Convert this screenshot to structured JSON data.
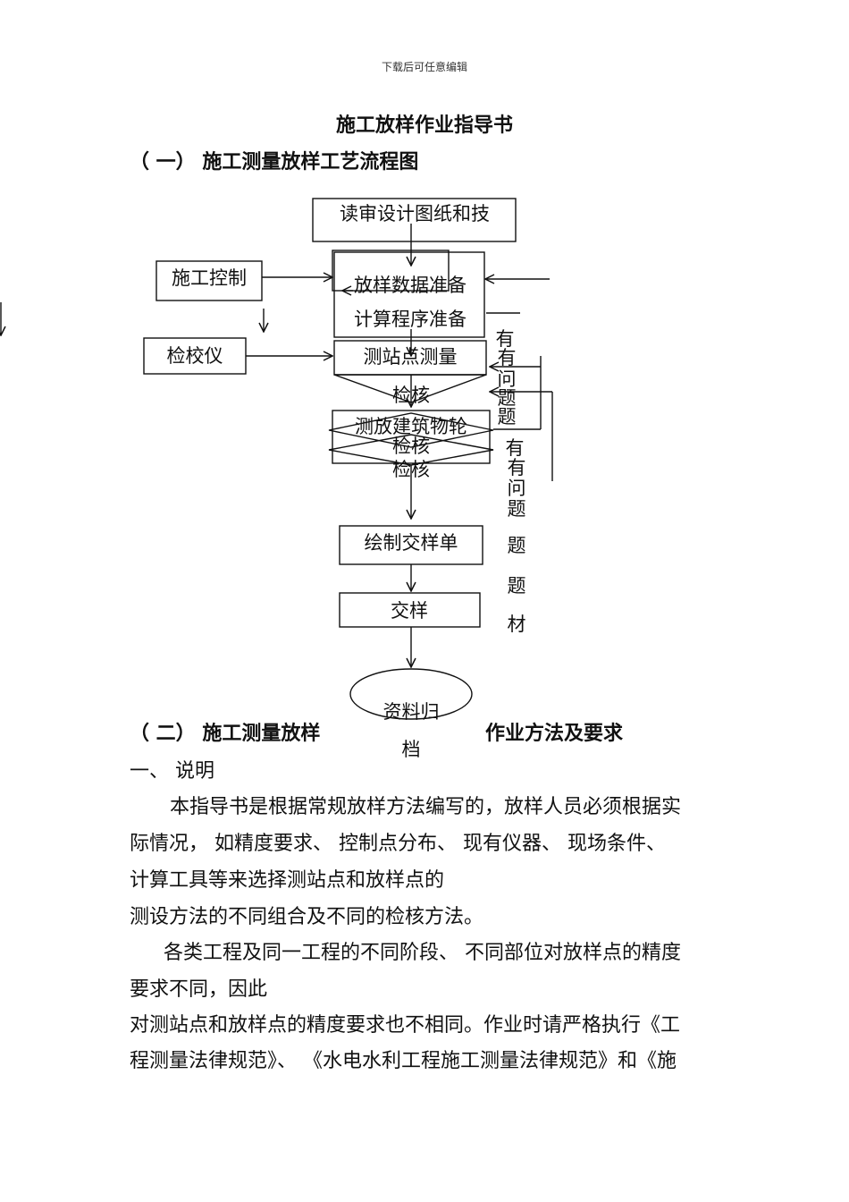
{
  "header": {
    "note": "下载后可任意编辑"
  },
  "title": "施工放样作业指导书",
  "section1": {
    "heading": "（ 一） 施工测量放样工艺流程图"
  },
  "flowchart": {
    "box_read": "读审设计图纸和技",
    "box_control": "施工控制",
    "box_data_1": "放样数据准备",
    "box_data_2": "计算程序准备",
    "box_instrument": "检校仪",
    "box_station": "测站点测量",
    "check_1": "检核",
    "box_building": "测放建筑物轮",
    "check_2": "检核",
    "check_3": "检核",
    "box_draw": "绘制交样单",
    "box_handover": "交样",
    "archive_1": "资料归",
    "archive_2": "档",
    "side_1": "有",
    "side_2": "有",
    "side_3": "问",
    "side_4": "题",
    "side_5": "题",
    "side_6": "有",
    "side_7": "有",
    "side_8": "问",
    "side_9": "题",
    "side_10": "题",
    "side_11": "题",
    "side_12": "材"
  },
  "section2": {
    "heading_left": "（ 二） 施工测量放样",
    "heading_right": "作业方法及要求"
  },
  "sub1": {
    "heading": "一、 说明"
  },
  "paragraphs": [
    "本指导书是根据常规放样方法编写的，放样人员必须根据实",
    "际情况， 如精度要求、 控制点分布、 现有仪器、 现场条件、",
    "计算工具等来选择测站点和放样点的",
    "测设方法的不同组合及不同的检核方法。",
    "各类工程及同一工程的不同阶段、 不同部位对放样点的精度",
    "要求不同，因此",
    "对测站点和放样点的精度要求也不相同。作业时请严格执行《工",
    "程测量法律规范》、 《水电水利工程施工测量法律规范》和《施"
  ]
}
